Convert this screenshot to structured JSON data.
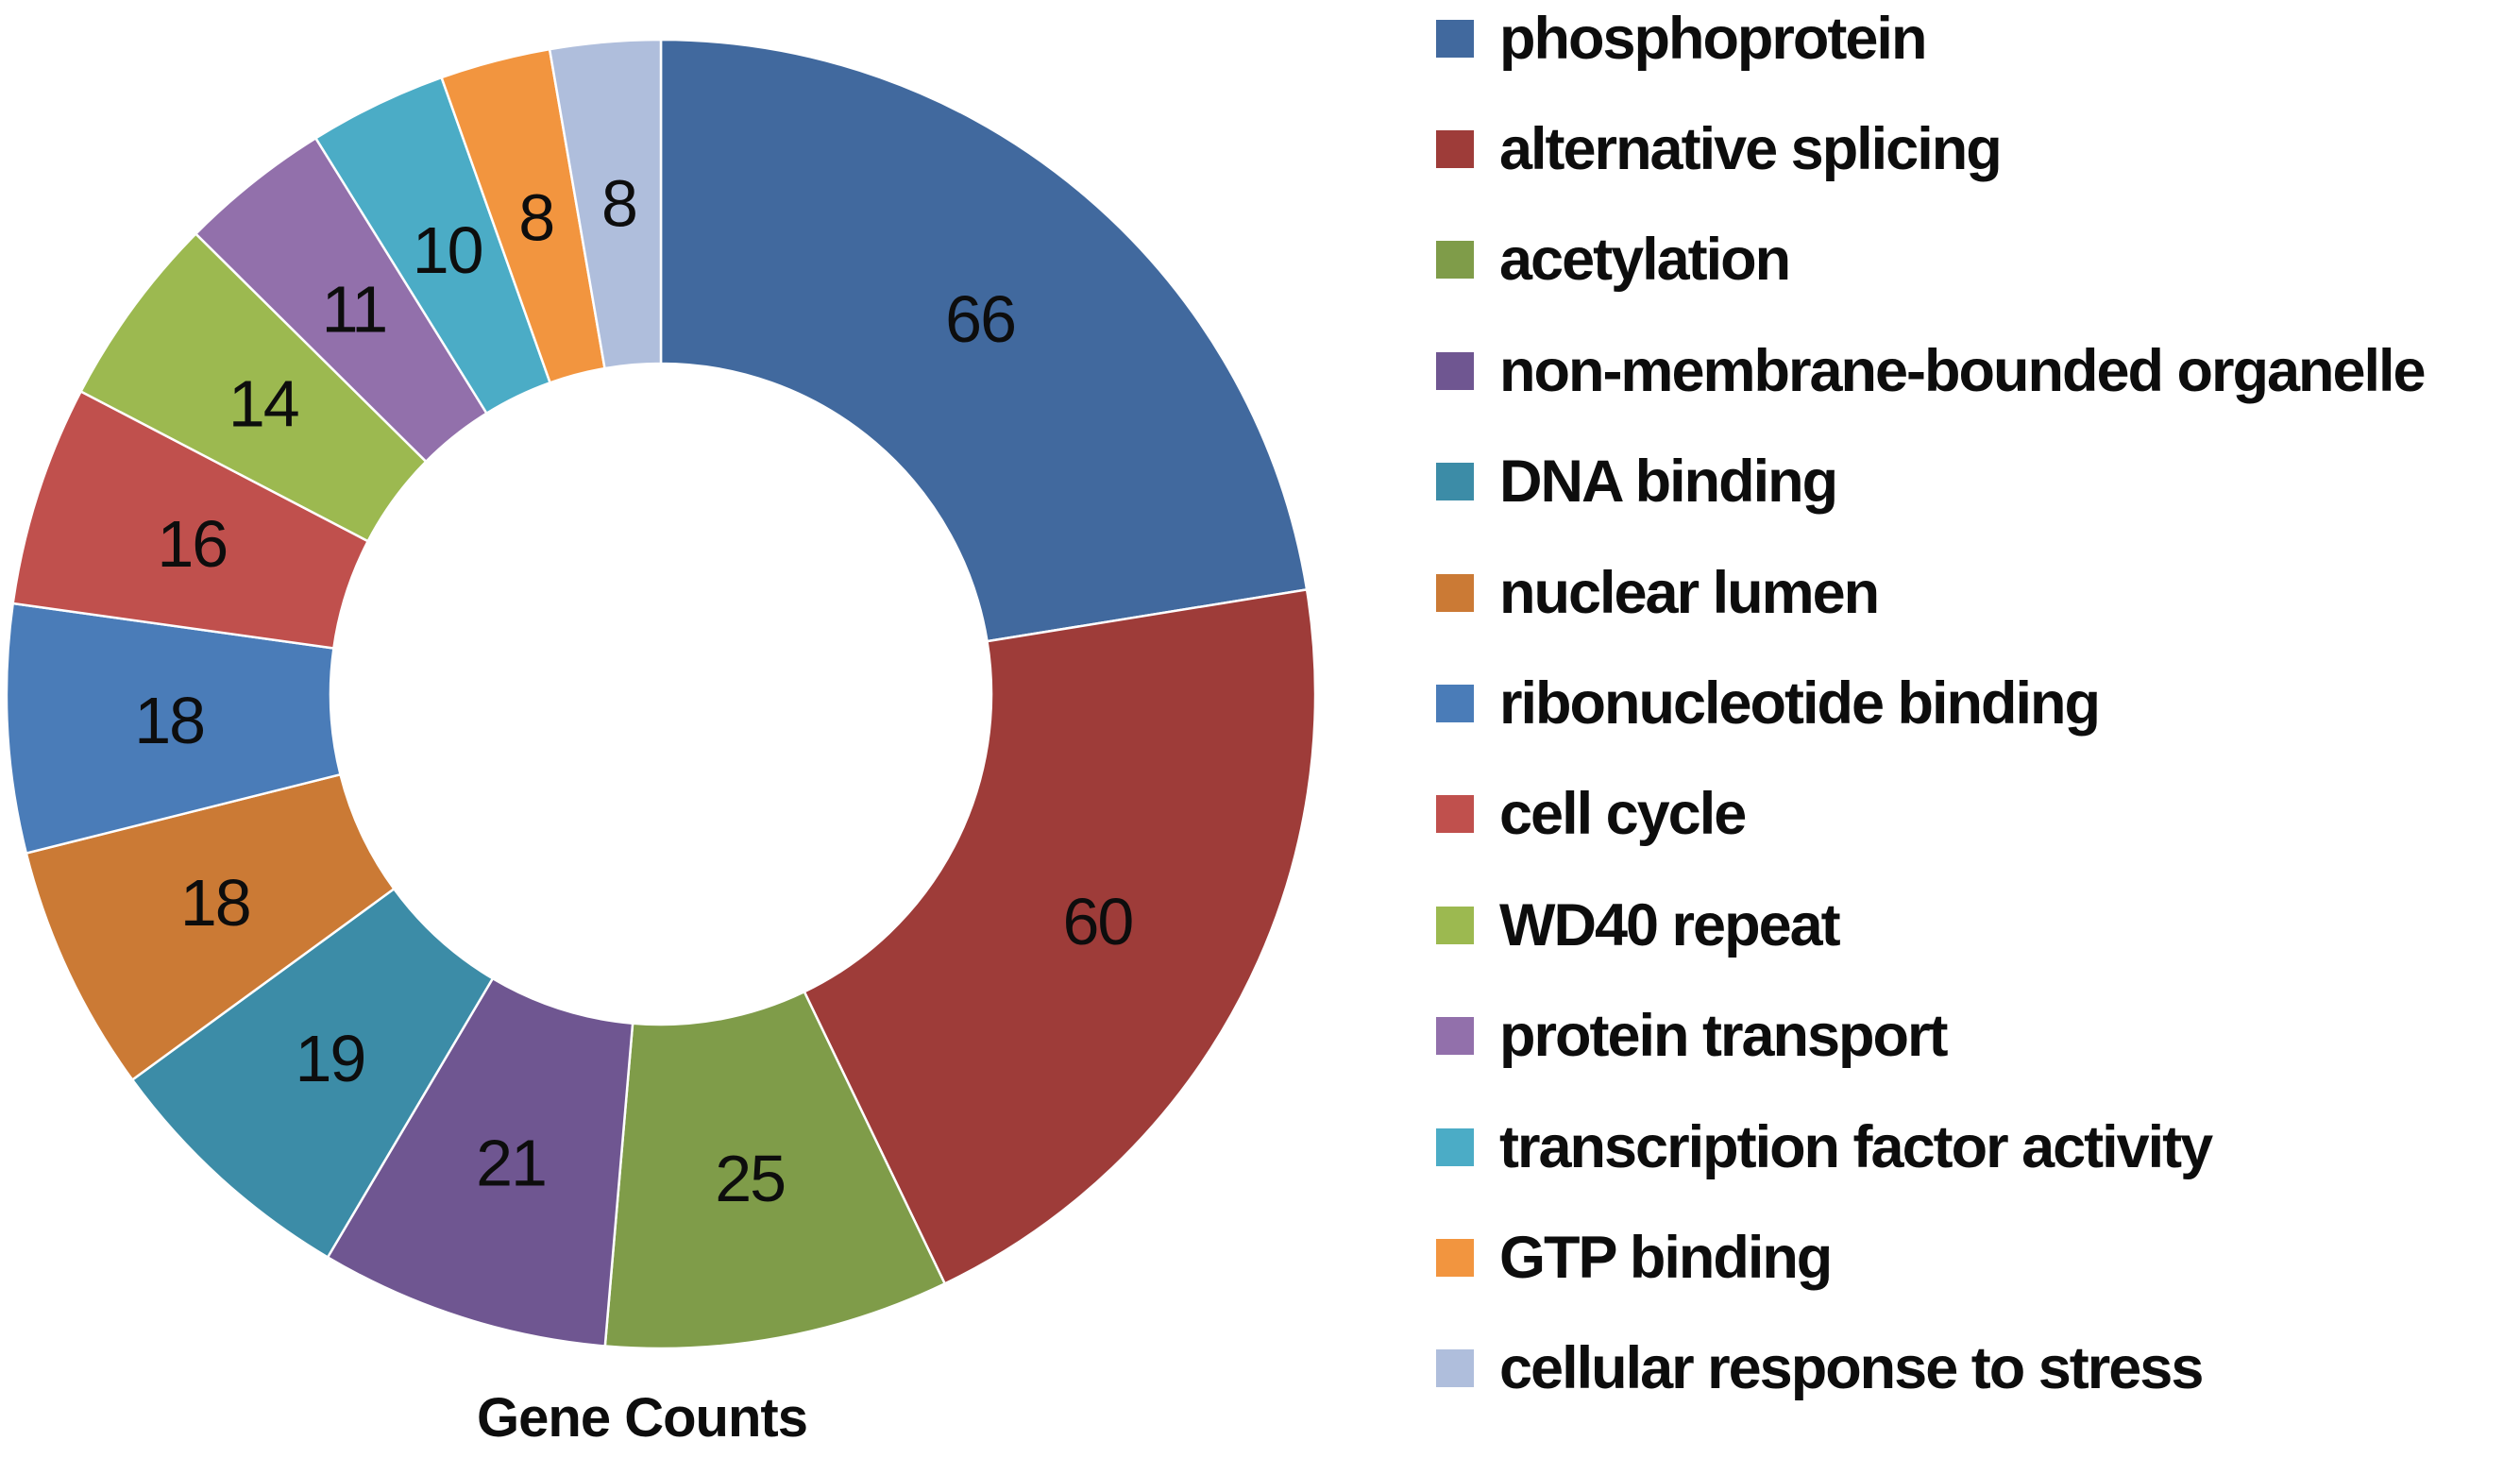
{
  "chart_data": {
    "type": "pie",
    "subtype": "donut",
    "title": "Gene Counts",
    "legend_position": "right",
    "direction": "clockwise",
    "start_angle_deg": 0,
    "grid": false,
    "total": 294,
    "categories": [
      "phosphoprotein",
      "alternative splicing",
      "acetylation",
      "non-membrane-bounded organelle",
      "DNA binding",
      "nuclear lumen",
      "ribonucleotide binding",
      "cell cycle",
      "WD40 repeat",
      "protein transport",
      "transcription factor activity",
      "GTP binding",
      "cellular response to stress"
    ],
    "values": [
      66,
      60,
      25,
      21,
      19,
      18,
      18,
      16,
      14,
      11,
      10,
      8,
      8
    ],
    "colors": [
      "#41699E",
      "#9E3C39",
      "#7F9C49",
      "#6F5691",
      "#3C8CA7",
      "#CB7A35",
      "#4A7CB8",
      "#C0504D",
      "#9CB950",
      "#9270AB",
      "#4BACC6",
      "#F2953F",
      "#AFBEDC"
    ],
    "data_labels": "values",
    "label_color": "#0d0d0d"
  }
}
